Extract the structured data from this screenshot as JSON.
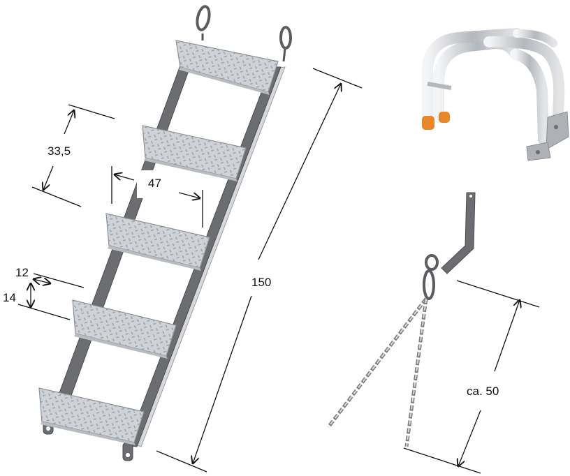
{
  "dimensions": {
    "step_spacing": "33,5",
    "step_width": "47",
    "tread_depth": "12",
    "tread_height": "14",
    "ladder_length": "150",
    "chain_length": "ca. 50"
  },
  "colors": {
    "steel": "#6b6d70",
    "steel_dark": "#4a4c4f",
    "aluminum": "#c9ccd0",
    "aluminum_light": "#e8eaec",
    "foot_cap": "#e8862a",
    "dim_line": "#111111"
  },
  "icons": {
    "carabiner": "carabiner-icon",
    "tread_plate": "checker-plate-tread",
    "handrail": "handrail-bracket",
    "chain": "chain-hanger"
  }
}
